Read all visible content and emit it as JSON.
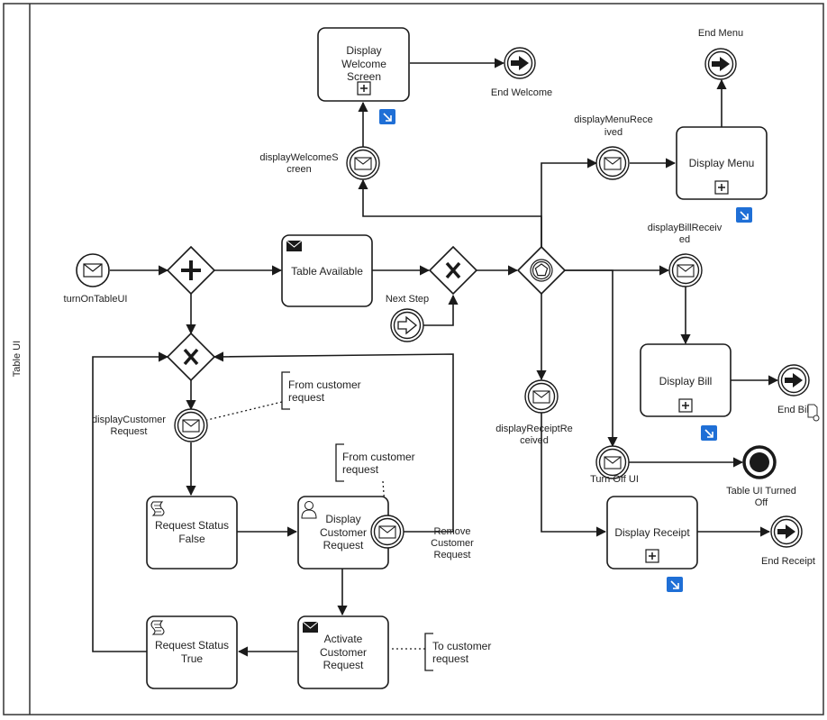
{
  "pool": {
    "label": "Table UI"
  },
  "tasks": {
    "display_welcome": [
      "Display",
      "Welcome",
      "Screen"
    ],
    "table_available": [
      "Table Available"
    ],
    "display_menu": [
      "Display Menu"
    ],
    "display_bill": [
      "Display Bill"
    ],
    "request_false": [
      "Request Status",
      "False"
    ],
    "display_customer_request": [
      "Display",
      "Customer",
      "Request"
    ],
    "activate_customer_request": [
      "Activate",
      "Customer",
      "Request"
    ],
    "request_true": [
      "Request Status",
      "True"
    ],
    "display_receipt": [
      "Display Receipt"
    ]
  },
  "events": {
    "end_welcome": "End Welcome",
    "end_menu": "End Menu",
    "end_bill": "End Bill",
    "end_receipt": "End Receipt",
    "turn_on": "turnOnTableUI",
    "next_step": "Next Step",
    "display_welcome_screen": [
      "displayWelcomeS",
      "creen"
    ],
    "display_menu_received": [
      "displayMenuRece",
      "ived"
    ],
    "display_bill_received": [
      "displayBillReceiv",
      "ed"
    ],
    "display_receipt_received": [
      "displayReceiptRe",
      "ceived"
    ],
    "display_customer_request": [
      "displayCustomer",
      "Request"
    ],
    "remove_customer_request": [
      "Remove",
      "Customer",
      "Request"
    ],
    "turn_off": "Turn Off UI",
    "table_ui_turned_off": [
      "Table UI Turned",
      "Off"
    ]
  },
  "annotations": {
    "from_customer_1": [
      "From customer",
      "request"
    ],
    "from_customer_2": [
      "From customer",
      "request"
    ],
    "to_customer": [
      "To customer",
      "request"
    ]
  },
  "colors": {
    "stroke": "#1a1a1a",
    "subprocess_badge": "#1f6fd6"
  }
}
